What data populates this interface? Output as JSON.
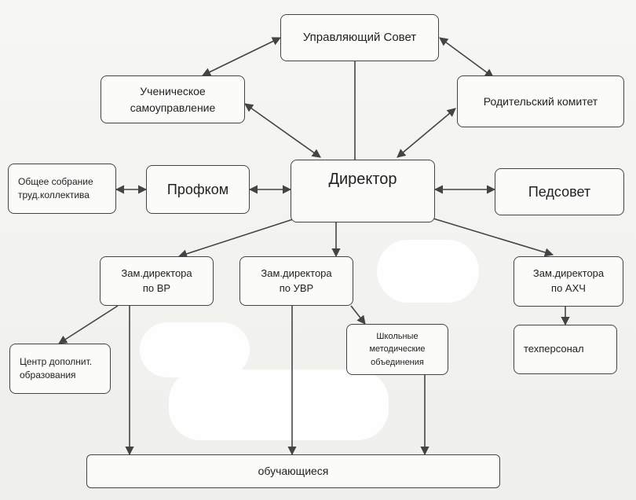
{
  "diagram": {
    "nodes": {
      "council": "Управляющий Совет",
      "student_gov": "Ученическое\nсамоуправление",
      "parents": "Родительский комитет",
      "general_meeting": "Общее собрание\nтруд.коллектива",
      "union": "Профком",
      "director": "Директор",
      "teachers_council": "Педсовет",
      "deputy_vr": "Зам.директора\nпо ВР",
      "deputy_uvr": "Зам.директора\nпо УВР",
      "deputy_ahch": "Зам.директора\nпо АХЧ",
      "extra_edu": "Центр дополнит.\nобразования",
      "method_unions": "Школьные\nметодические\nобъединения",
      "tech_staff": "техперсонал",
      "students": "обучающиеся"
    },
    "colors": {
      "line": "#444444",
      "box_border": "#444444",
      "background": "#f3f3f1"
    }
  }
}
